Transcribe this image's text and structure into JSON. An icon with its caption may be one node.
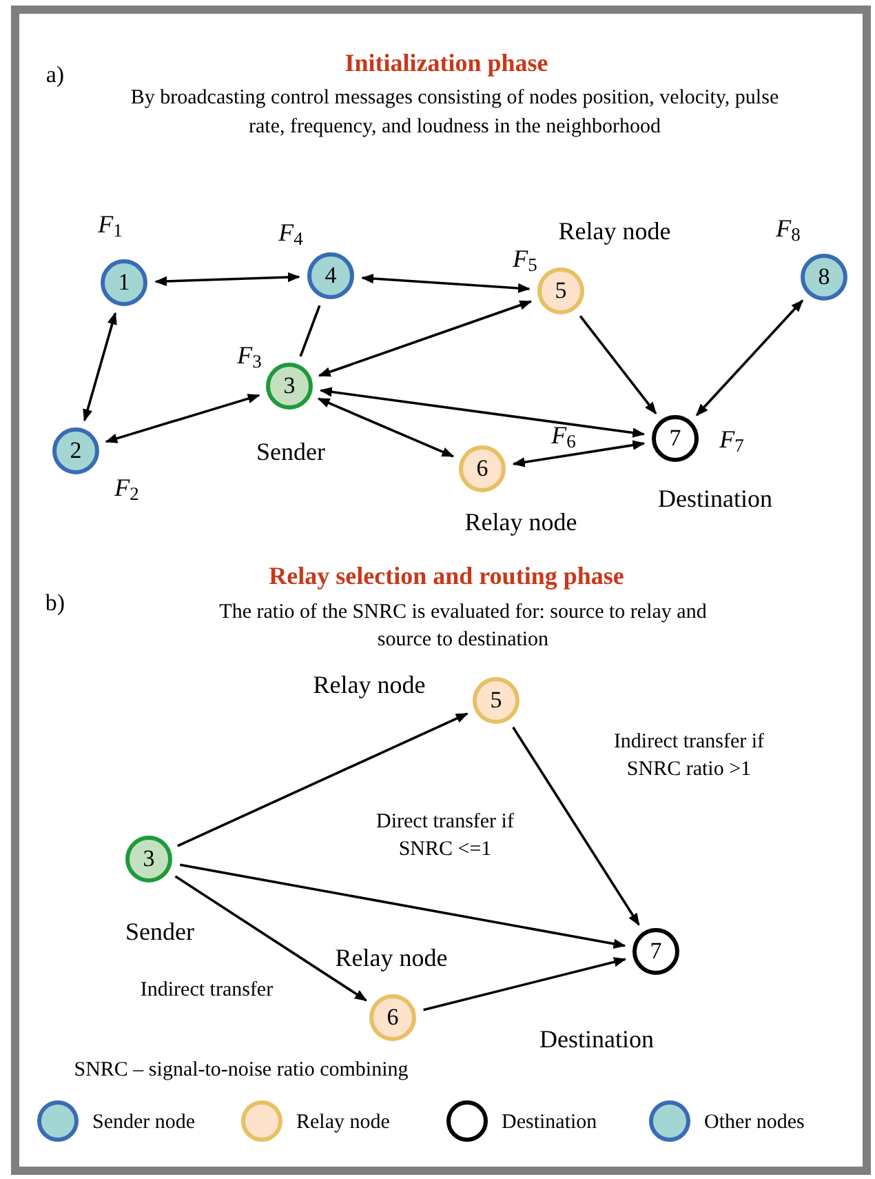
{
  "diagram": {
    "nodes": [
      {
        "text": [
          "1"
        ],
        "beside": [
          "*F*$_{1}$"
        ]
      },
      {
        "text": [
          "2"
        ],
        "beside": [
          "*F*$_{2}$"
        ]
      },
      {
        "text": [
          "3"
        ],
        "beside": [
          "*F*$_{3}$",
          "Sender"
        ]
      },
      {
        "text": [
          "4"
        ],
        "beside": [
          "*F*$_{4}$"
        ]
      },
      {
        "text": [
          "5"
        ],
        "beside": [
          "Relay node",
          "*F*$_{5}$"
        ]
      },
      {
        "text": [
          "6"
        ],
        "beside": [
          "*F*$_{6}$",
          "Relay node"
        ]
      },
      {
        "text": [
          "7"
        ],
        "beside": [
          "*F*$_{7}$",
          "Destination"
        ]
      },
      {
        "text": [
          "8"
        ],
        "beside": [
          "*F*$_{8}$"
        ]
      },
      {
        "text": [
          "3"
        ],
        "beside": [
          "Sender"
        ]
      },
      {
        "text": [
          "5"
        ],
        "beside": [
          "Relay node"
        ]
      },
      {
        "text": [
          "6"
        ],
        "beside": [
          "Relay node"
        ]
      },
      {
        "text": [
          "7"
        ],
        "beside": [
          "Destination"
        ]
      }
    ],
    "edges": [
      {
        "from": 0,
        "to": 3,
        "arrow": "both"
      },
      {
        "from": 0,
        "to": 1,
        "arrow": "both"
      },
      {
        "from": 1,
        "to": 2,
        "arrow": "both"
      },
      {
        "from": 3,
        "to": 2,
        "arrow": "none"
      },
      {
        "from": 4,
        "to": 3,
        "arrow": "both"
      },
      {
        "from": 2,
        "to": 4,
        "arrow": "both"
      },
      {
        "from": 6,
        "to": 2,
        "arrow": "both"
      },
      {
        "from": 2,
        "to": 5,
        "arrow": "both"
      },
      {
        "from": 4,
        "to": 6,
        "arrow": "to"
      },
      {
        "from": 7,
        "to": 6,
        "arrow": "both"
      },
      {
        "from": 5,
        "to": 6,
        "arrow": "both"
      },
      {
        "from": 8,
        "to": 9,
        "arrow": "to"
      },
      {
        "from": 9,
        "to": 11,
        "arrow": "to"
      },
      {
        "from": 8,
        "to": 11,
        "arrow": "to"
      },
      {
        "from": 8,
        "to": 10,
        "arrow": "to"
      },
      {
        "from": 10,
        "to": 11,
        "arrow": "to"
      }
    ],
    "labels": [
      "a)",
      "Initialization phase",
      "By broadcasting control messages consisting of nodes position, velocity, pulse rate, frequency, and loudness in the neighborhood",
      "b)",
      "Relay selection and routing phase",
      "The ratio of the SNRC is evaluated for: source to relay and source to destination",
      "Indirect transfer if SNRC ratio >1",
      "Direct transfer if SNRC <=1",
      "Indirect transfer",
      "SNRC – signal-to-noise ratio combining"
    ],
    "legend": [
      {
        "text": "Sender node",
        "color": "#a3d5d3"
      },
      {
        "text": "Relay node",
        "color": "#fde3cc"
      },
      {
        "text": "Destination",
        "color": "#ffffff"
      },
      {
        "text": "Other nodes",
        "color": "#a3d5d3"
      }
    ]
  }
}
